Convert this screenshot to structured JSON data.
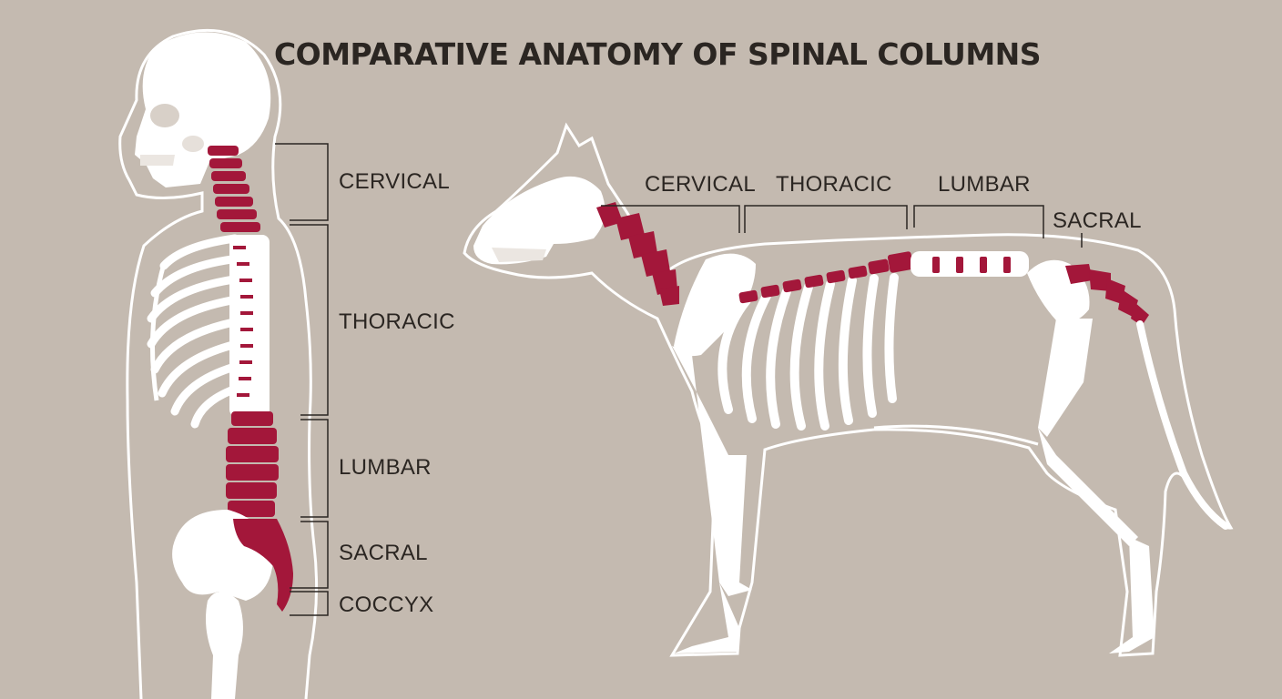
{
  "title": "COMPARATIVE ANATOMY OF SPINAL COLUMNS",
  "human": {
    "regions": {
      "cervical": "CERVICAL",
      "thoracic": "THORACIC",
      "lumbar": "LUMBAR",
      "sacral": "SACRAL",
      "coccyx": "COCCYX"
    }
  },
  "dog": {
    "regions": {
      "cervical": "CERVICAL",
      "thoracic": "THORACIC",
      "lumbar": "LUMBAR",
      "sacral": "SACRAL"
    }
  },
  "colors": {
    "background": "#c4bab0",
    "bone": "#ffffff",
    "highlight": "#a3173a",
    "text": "#2b2622"
  }
}
